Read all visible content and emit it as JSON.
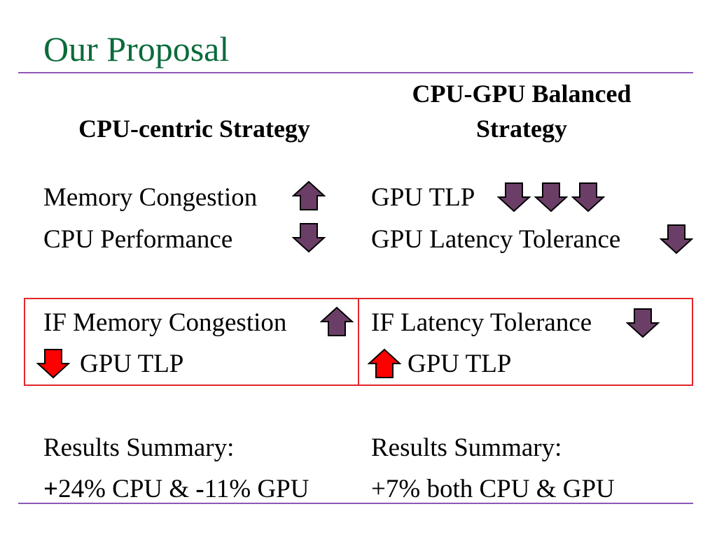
{
  "slide": {
    "title": "Our Proposal",
    "colors": {
      "title": "#0a6b3a",
      "rule": "#8e57b8",
      "arrow_purple": "#6b3e67",
      "arrow_red": "#ff0000",
      "box_border": "#e0262b"
    }
  },
  "left": {
    "heading": "CPU-centric Strategy",
    "line1": "Memory Congestion",
    "line1_icon": "up-arrow-icon",
    "line2": "CPU Performance",
    "line2_icon": "down-arrow-icon",
    "if_line": "IF Memory Congestion",
    "if_icon": "up-arrow-icon",
    "then_icon": "red-down-arrow-icon",
    "then_line": "GPU TLP",
    "results_label": "Results Summary:",
    "results_plus": "+",
    "results_mid": "24% CPU & ",
    "results_minus": "-",
    "results_end": "11% GPU"
  },
  "right": {
    "heading_line1": "CPU-GPU Balanced",
    "heading_line2": "Strategy",
    "line1": "GPU TLP",
    "line1_icons": [
      "down-arrow-icon",
      "down-arrow-icon",
      "down-arrow-icon"
    ],
    "line2": "GPU Latency Tolerance",
    "line2_icon": "down-arrow-icon",
    "if_line": "IF Latency Tolerance",
    "if_icon": "down-arrow-icon",
    "then_icon": "red-up-arrow-icon",
    "then_line": "GPU TLP",
    "results_label": "Results Summary:",
    "results_line": "+7% both CPU & GPU"
  }
}
